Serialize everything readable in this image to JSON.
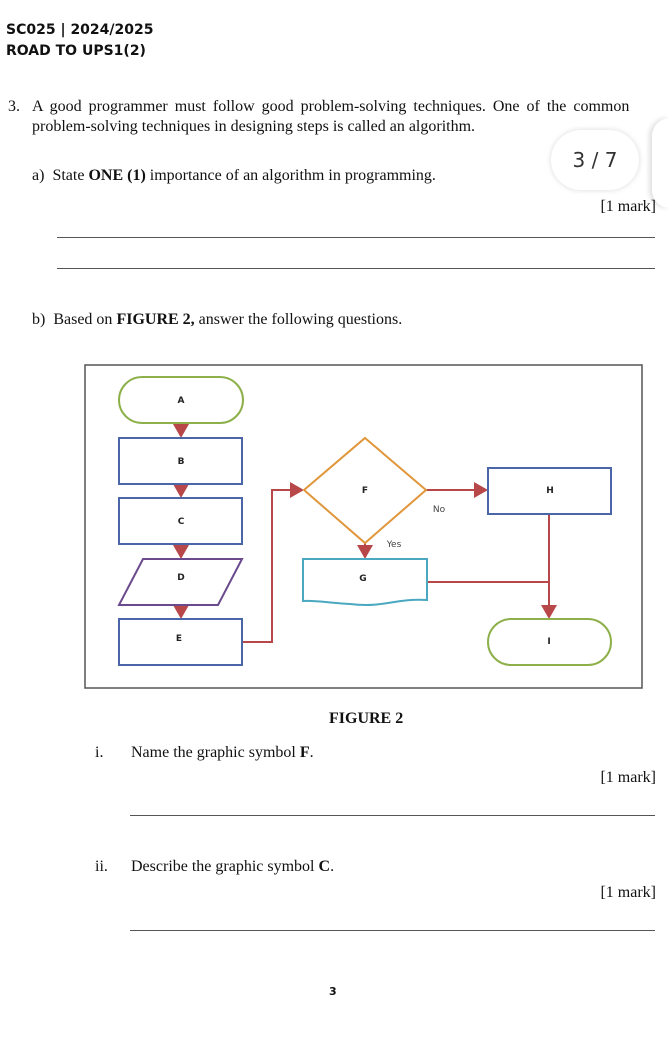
{
  "header": {
    "course": "SC025 | 2024/2025",
    "title": "ROAD TO UPS1(2)"
  },
  "question": {
    "number": "3.",
    "intro_line1": "A good programmer must follow good problem-solving techniques. One of the common",
    "intro_line2": "problem-solving techniques in designing steps is called an algorithm.",
    "a": {
      "label": "a)",
      "text_pre": "State ",
      "bold": "ONE (1)",
      "text_post": " importance of an algorithm in programming.",
      "marks": "[1 mark]"
    },
    "b": {
      "label": "b)",
      "text_pre": "Based on ",
      "bold": "FIGURE 2,",
      "text_post": " answer the following questions."
    },
    "figure_caption": "FIGURE 2",
    "i": {
      "label": "i.",
      "text_pre": "Name the graphic symbol ",
      "bold": "F",
      "text_post": ".",
      "marks": "[1 mark]"
    },
    "ii": {
      "label": "ii.",
      "text_pre": "Describe the graphic symbol ",
      "bold": "C",
      "text_post": ".",
      "marks": "[1 mark]"
    }
  },
  "flowchart": {
    "A": "A",
    "B": "B",
    "C": "C",
    "D": "D",
    "E": "E",
    "F": "F",
    "G": "G",
    "H": "H",
    "I": "I",
    "no": "No",
    "yes": "Yes",
    "colors": {
      "terminal": "#8db04a",
      "process": "#4a66a8",
      "io": "#6a4a8c",
      "decision": "#e0963a",
      "document": "#4aa8c0",
      "arrow": "#b8474a"
    }
  },
  "page_indicator": "3 / 7",
  "page_number": "3"
}
